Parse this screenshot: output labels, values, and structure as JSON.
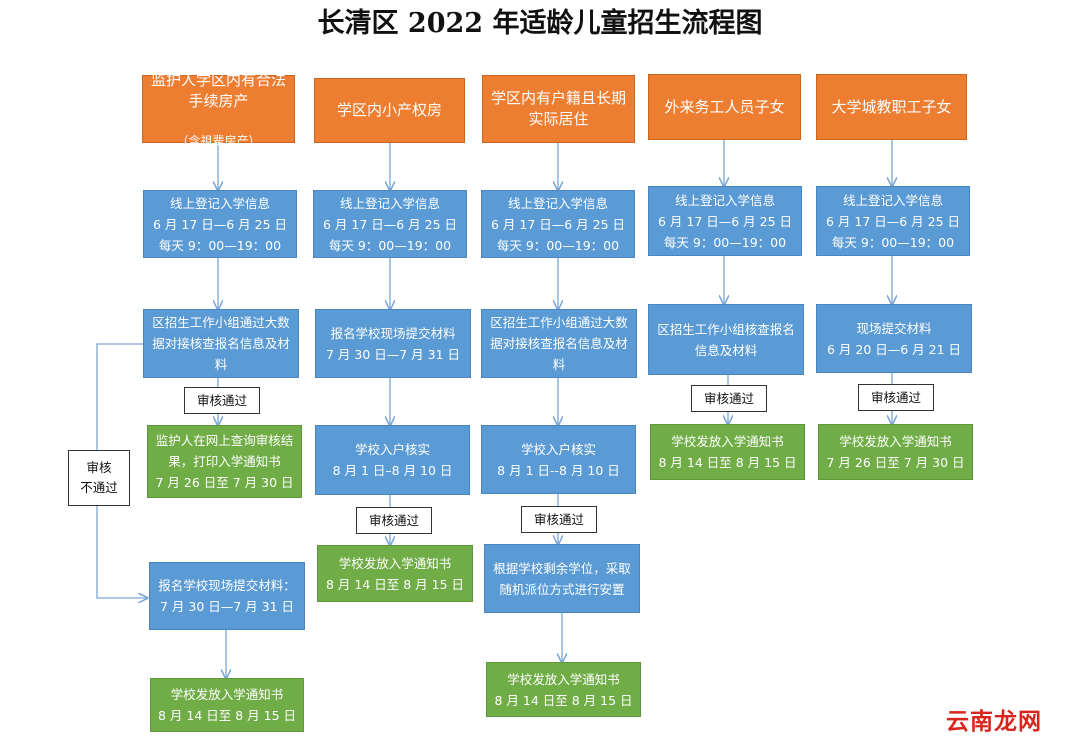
{
  "title": "长清区 2022 年适龄儿童招生流程图",
  "categories": [
    {
      "label": "监护人学区内有合法手续房产",
      "sub": "（含祖辈房产）"
    },
    {
      "label": "学区内小产权房"
    },
    {
      "label": "学区内有户籍且长期实际居住"
    },
    {
      "label": "外来务工人员子女"
    },
    {
      "label": "大学城教职工子女"
    }
  ],
  "online_register": "线上登记入学信息\n6 月 17 日—6 月 25 日\n每天 9：00—19：00",
  "col1": {
    "step2": "区招生工作小组通过大数据对接核查报名信息及材料",
    "pass_label": "审核通过",
    "fail_label": "审核\n不通过",
    "step3": "监护人在网上查询审核结果，打印入学通知书\n7 月 26 日至 7 月 30 日",
    "step4": "报名学校现场提交材料：7 月 30 日—7 月 31 日",
    "step5": "学校发放入学通知书\n8 月 14 日至 8 月 15 日"
  },
  "col2": {
    "step2": "报名学校现场提交材料\n7 月 30 日—7 月 31 日",
    "step3": "学校入户核实\n8 月 1 日–8 月 10 日",
    "pass_label": "审核通过",
    "step4": "学校发放入学通知书\n8 月 14 日至 8 月 15 日"
  },
  "col3": {
    "step2": "区招生工作小组通过大数据对接核查报名信息及材料",
    "step3": "学校入户核实\n8 月 1 日--8 月 10 日",
    "pass_label": "审核通过",
    "step4": "根据学校剩余学位，采取随机派位方式进行安置",
    "step5": "学校发放入学通知书\n8 月 14 日至 8 月 15 日"
  },
  "col4": {
    "step2": "区招生工作小组核查报名信息及材料",
    "pass_label": "审核通过",
    "step3": "学校发放入学通知书\n8 月 14 日至 8 月 15 日"
  },
  "col5": {
    "step2": "现场提交材料\n6 月 20 日—6 月 21 日",
    "pass_label": "审核通过",
    "step3": "学校发放入学通知书\n7 月 26 日至 7 月 30 日"
  },
  "watermark": "云南龙网",
  "colors": {
    "orange": "#ed7d31",
    "blue": "#5b9bd5",
    "green": "#70ad47",
    "arrow": "#7aa6d6"
  }
}
